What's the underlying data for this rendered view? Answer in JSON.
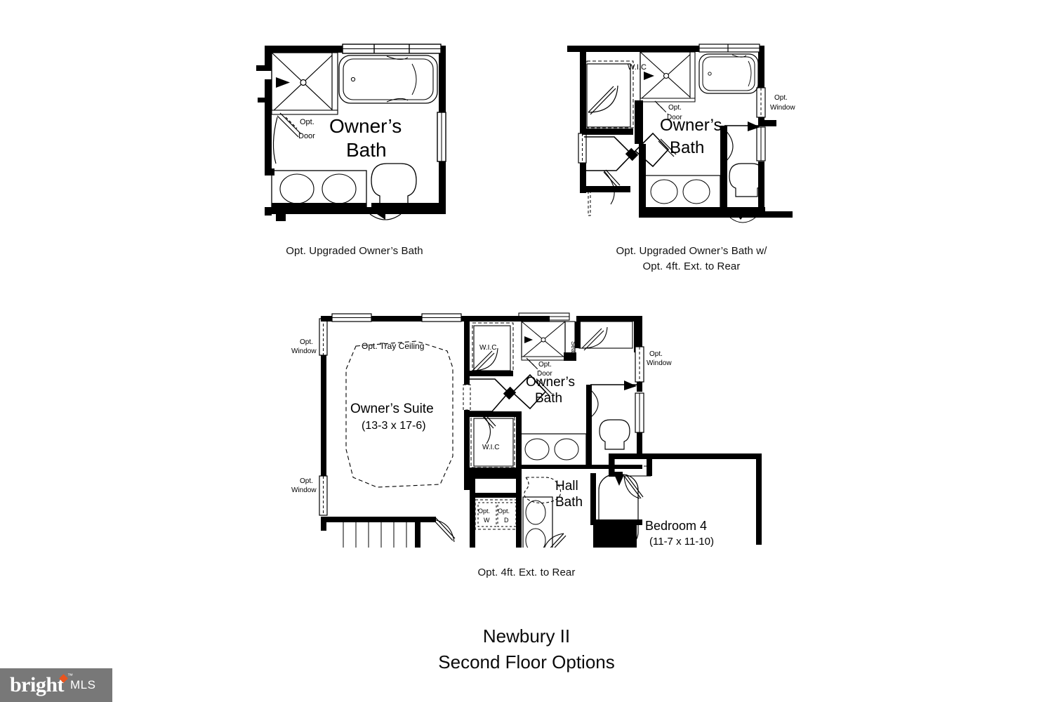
{
  "document": {
    "title_line1": "Newbury II",
    "title_line2": "Second Floor Options",
    "background": "#ffffff",
    "line_color": "#000000"
  },
  "watermark": {
    "brand": "bright",
    "suffix": "MLS",
    "trademark": "™",
    "bg_color": "#787878",
    "accent_color": "#e8541e",
    "text_color": "#ffffff"
  },
  "plans": [
    {
      "id": "opt-upgraded-owners-bath",
      "caption_lines": [
        "Opt. Upgraded Owner’s Bath"
      ],
      "room_labels": [
        {
          "text": "Owner’s",
          "size": 28
        },
        {
          "text": "Bath",
          "size": 28
        }
      ],
      "annotations": [
        {
          "text": "Opt.",
          "size": 11
        },
        {
          "text": "Door",
          "size": 11
        }
      ],
      "fixtures": [
        "shower",
        "garden-tub",
        "double-vanity",
        "toilet",
        "window-band"
      ]
    },
    {
      "id": "opt-upgraded-owners-bath-ext",
      "caption_lines": [
        "Opt. Upgraded Owner’s Bath w/",
        "Opt. 4ft. Ext. to Rear"
      ],
      "room_labels": [
        {
          "text": "Owner’s",
          "size": 24
        },
        {
          "text": "Bath",
          "size": 24
        },
        {
          "text": "W.I.C",
          "size": 11
        }
      ],
      "annotations": [
        {
          "text": "Opt.",
          "size": 10
        },
        {
          "text": "Door",
          "size": 10
        },
        {
          "text": "Opt.",
          "size": 10
        },
        {
          "text": "Window",
          "size": 10
        }
      ],
      "fixtures": [
        "shower",
        "garden-tub",
        "double-vanity",
        "toilet",
        "walk-in-closet",
        "window-band",
        "opt-window"
      ]
    },
    {
      "id": "opt-4ft-ext-to-rear-full",
      "caption_lines": [
        "Opt. 4ft. Ext. to Rear"
      ],
      "room_labels": [
        {
          "text": "Owner’s Suite",
          "size": 19
        },
        {
          "text": "(13-3 x 17-6)",
          "size": 16
        },
        {
          "text": "Owner’s",
          "size": 19
        },
        {
          "text": "Bath",
          "size": 19
        },
        {
          "text": "Hall",
          "size": 19
        },
        {
          "text": "Bath",
          "size": 19
        },
        {
          "text": "Bedroom 4",
          "size": 18
        },
        {
          "text": "(11-7 x 11-10)",
          "size": 15
        },
        {
          "text": "W.I.C",
          "size": 10
        },
        {
          "text": "W.I.C",
          "size": 10
        }
      ],
      "annotations": [
        {
          "text": "Opt.",
          "size": 10
        },
        {
          "text": "Window",
          "size": 10
        },
        {
          "text": "Opt.",
          "size": 10
        },
        {
          "text": "Window",
          "size": 10
        },
        {
          "text": "Opt. Tray Ceiling",
          "size": 12
        },
        {
          "text": "Opt.",
          "size": 10
        },
        {
          "text": "Door",
          "size": 10
        },
        {
          "text": "Seat",
          "size": 9
        },
        {
          "text": "Opt.",
          "size": 10
        },
        {
          "text": "Window",
          "size": 10
        },
        {
          "text": "Opt.",
          "size": 9
        },
        {
          "text": "W",
          "size": 9
        },
        {
          "text": "Opt.",
          "size": 9
        },
        {
          "text": "D",
          "size": 9
        }
      ],
      "fixtures": [
        "shower",
        "seat",
        "double-vanity",
        "toilet",
        "tub",
        "hall-bath-vanity",
        "walk-in-closet",
        "walk-in-closet",
        "washer",
        "dryer",
        "stairs",
        "opt-tray-ceiling"
      ]
    }
  ],
  "labels": {
    "owners": "Owner’s",
    "bath": "Bath",
    "owners_suite": "Owner’s Suite",
    "owners_suite_dims": "(13-3 x 17-6)",
    "hall": "Hall",
    "bedroom4": "Bedroom 4",
    "bedroom4_dims": "(11-7 x 11-10)",
    "wic": "W.I.C",
    "opt": "Opt.",
    "door": "Door",
    "window": "Window",
    "tray_ceiling": "Opt. Tray Ceiling",
    "seat": "Seat",
    "w": "W",
    "d": "D"
  },
  "captions": {
    "plan1": "Opt. Upgraded Owner’s Bath",
    "plan2_line1": "Opt. Upgraded Owner’s Bath w/",
    "plan2_line2": "Opt. 4ft. Ext. to Rear",
    "plan3": "Opt. 4ft. Ext. to Rear"
  }
}
